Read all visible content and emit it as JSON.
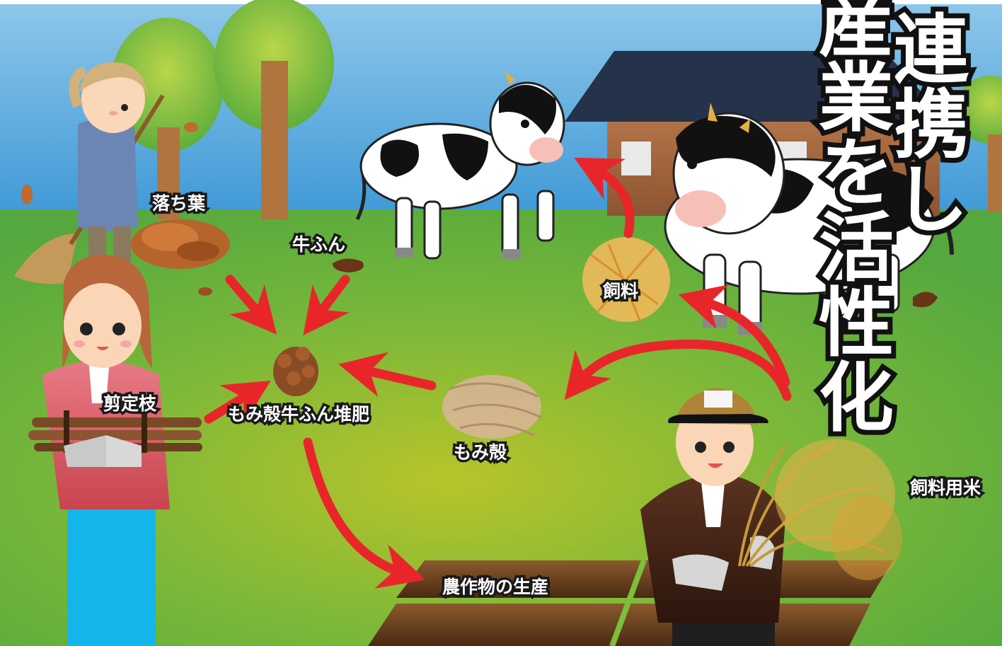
{
  "title": {
    "col1": "連携し",
    "col2": "産業を活性化"
  },
  "labels": {
    "fallen_leaves": "落ち葉",
    "cow_manure": "牛ふん",
    "feed": "飼料",
    "pruned_branches": "剪定枝",
    "compost": "もみ殻牛ふん堆肥",
    "rice_husks": "もみ殻",
    "feed_rice": "飼料用米",
    "crop_production": "農作物の生産"
  },
  "colors": {
    "sky": "#5aa9de",
    "grass": "#5fae3c",
    "arrow": "#e8262a",
    "barn_roof": "#24334a",
    "barn_wall": "#a5693f"
  }
}
